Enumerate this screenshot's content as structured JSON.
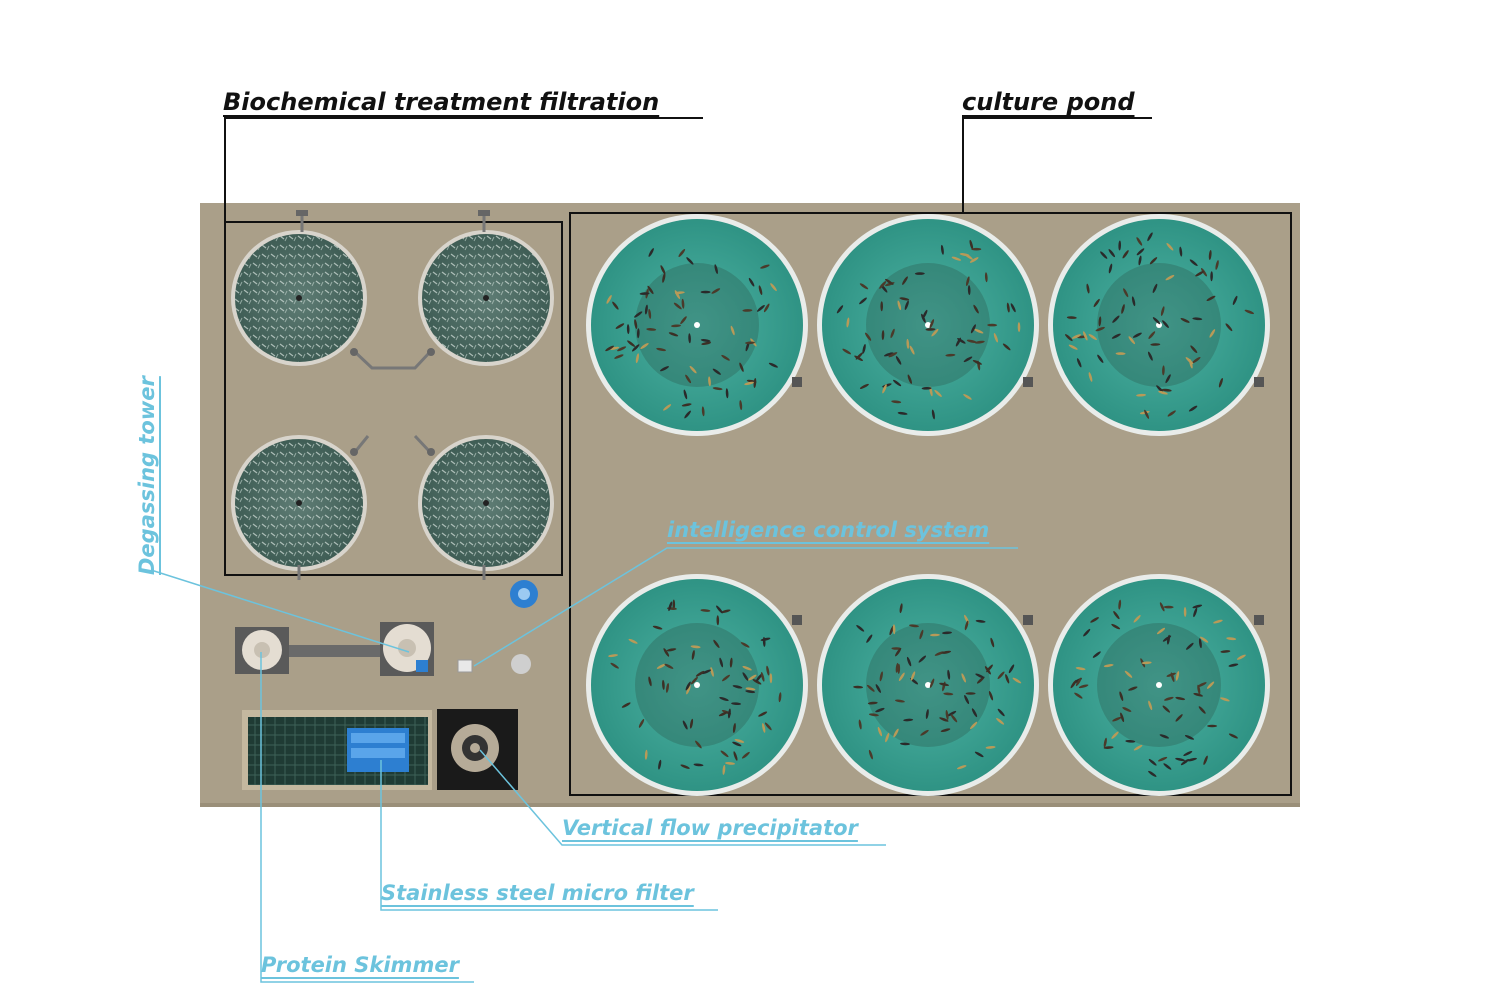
{
  "labels": {
    "biochemical": "Biochemical treatment filtration",
    "culture_pond": "culture pond",
    "degassing_tower": "Degassing tower",
    "intelligence_control": "intelligence control system",
    "vertical_flow": "Vertical flow precipitator",
    "micro_filter": "Stainless steel micro filter",
    "protein_skimmer": "Protein Skimmer"
  },
  "colors": {
    "background": "#ffffff",
    "platform": "#aa9f89",
    "pond_water": "#3aa294",
    "pond_rim": "#e9ecea",
    "filter_media": "#4a6a62",
    "annotation_dark": "#111111",
    "annotation_blue": "#6cc3dd",
    "equipment_blue": "#2d7fd1"
  },
  "icons": {
    "culture_tank": "round-fish-tank",
    "bio_tank": "round-biofilter-tank",
    "degassing": "degassing-tower-icon",
    "skimmer": "protein-skimmer-icon",
    "micro_filter": "drum-filter-icon",
    "precipitator": "vertical-flow-precipitator-icon",
    "controller": "control-box-icon"
  }
}
